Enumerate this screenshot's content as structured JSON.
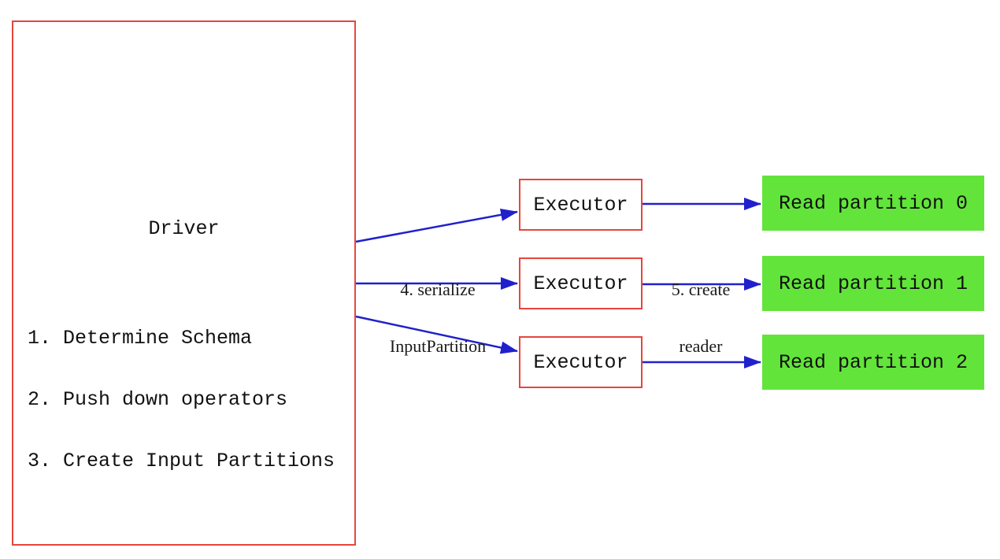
{
  "driver": {
    "title": "Driver",
    "steps": [
      "1. Determine Schema",
      "2. Push down operators",
      "3. Create Input Partitions"
    ]
  },
  "executors": [
    "Executor",
    "Executor",
    "Executor"
  ],
  "partitions": [
    "Read partition 0",
    "Read partition 1",
    "Read partition 2"
  ],
  "edge_labels": {
    "serialize": {
      "line1": "4. serialize",
      "line2": "InputPartition"
    },
    "create_reader": {
      "line1": "5. create",
      "line2": "reader"
    }
  },
  "colors": {
    "box_border_red": "#e6463c",
    "arrow_blue": "#2020cc",
    "partition_green": "#62e43a",
    "text": "#111111",
    "background": "#ffffff"
  }
}
